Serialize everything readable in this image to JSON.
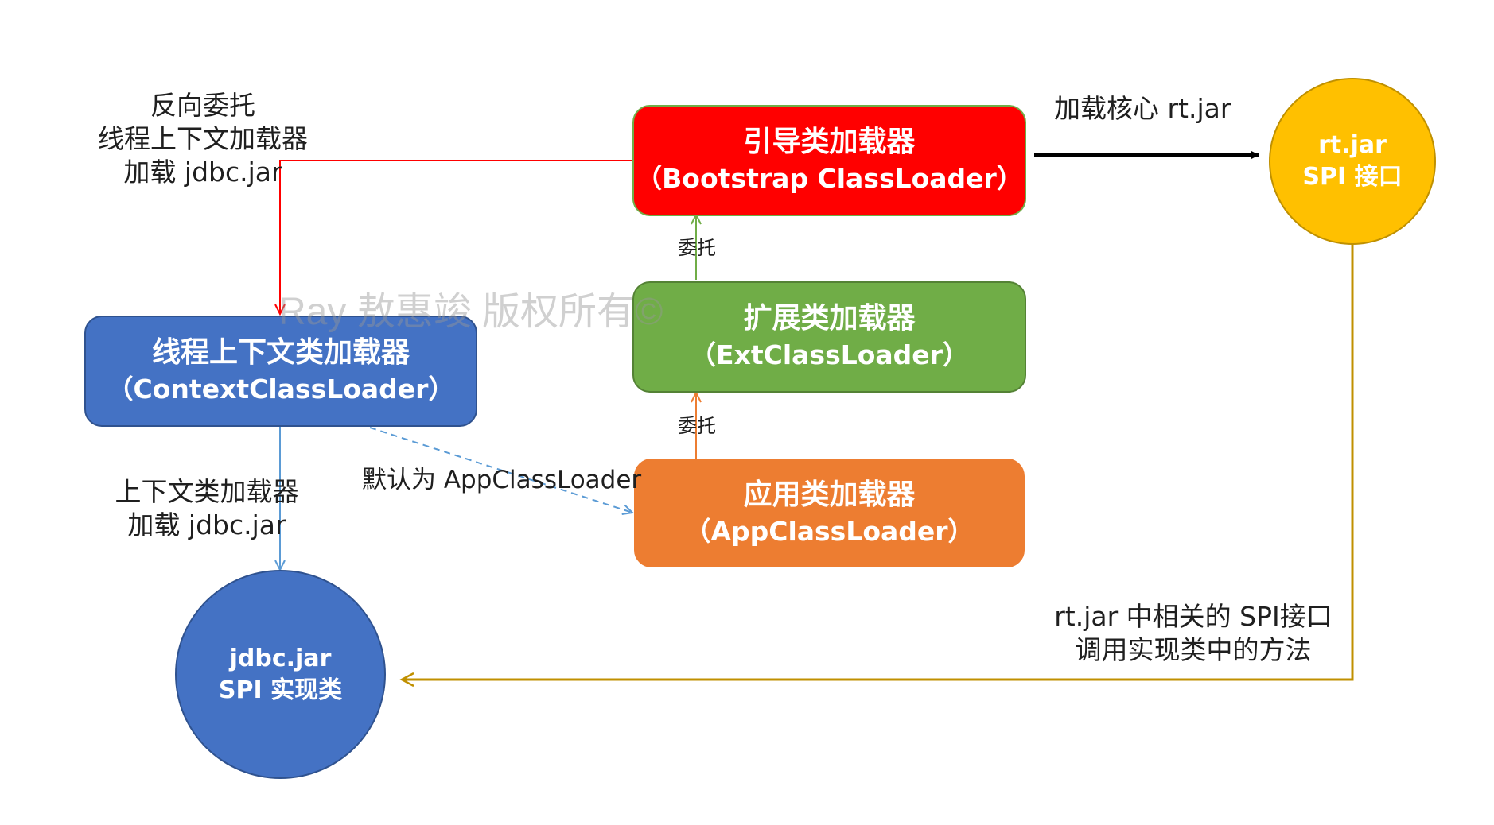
{
  "nodes": {
    "bootstrap": {
      "title": "引导类加载器",
      "subtitle": "（Bootstrap ClassLoader）",
      "fill": "#ff0000",
      "border": "#70ad47"
    },
    "ext": {
      "title": "扩展类加载器",
      "subtitle": "（ExtClassLoader）",
      "fill": "#70ad47",
      "border": "#548235"
    },
    "app": {
      "title": "应用类加载器",
      "subtitle": "（AppClassLoader）",
      "fill": "#ed7d31",
      "border": "#ed7d31"
    },
    "context": {
      "title": "线程上下文类加载器",
      "subtitle": "（ContextClassLoader）",
      "fill": "#4472c4",
      "border": "#2f528f"
    },
    "rtjar": {
      "line1": "rt.jar",
      "line2": "SPI 接口",
      "fill": "#ffc000",
      "border": "#bf9000"
    },
    "jdbcjar": {
      "line1": "jdbc.jar",
      "line2": "SPI 实现类",
      "fill": "#4472c4",
      "border": "#2f528f"
    }
  },
  "labels": {
    "reverse_delegation": [
      "反向委托",
      "线程上下文加载器",
      "加载 jdbc.jar"
    ],
    "load_core": "加载核心 rt.jar",
    "delegate_1": "委托",
    "delegate_2": "委托",
    "context_loads": [
      "上下文类加载器",
      "加载 jdbc.jar"
    ],
    "default_app": "默认为 AppClassLoader",
    "spi_call": [
      "rt.jar 中相关的 SPI接口",
      "调用实现类中的方法"
    ]
  },
  "watermark": "Ray 敖惠竣 版权所有©",
  "colors": {
    "reverse_arrow": "#ff0000",
    "delegate_ext_arrow": "#70ad47",
    "delegate_app_arrow": "#ed7d31",
    "context_arrow": "#5b9bd5",
    "spi_arrow": "#c09000",
    "load_arrow": "#000000"
  }
}
